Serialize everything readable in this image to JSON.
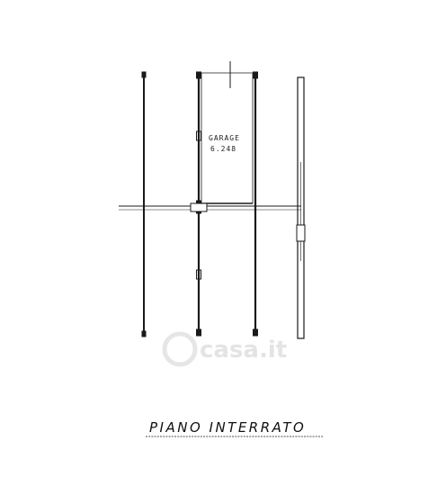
{
  "plan": {
    "room_name": "GARAGE",
    "room_area": "6.248",
    "floor_title": "PIANO  INTERRATO",
    "watermark_text": "casa.it"
  },
  "colors": {
    "line": "#1a1a1a",
    "watermark": "#e4e4e4",
    "background": "#ffffff"
  }
}
